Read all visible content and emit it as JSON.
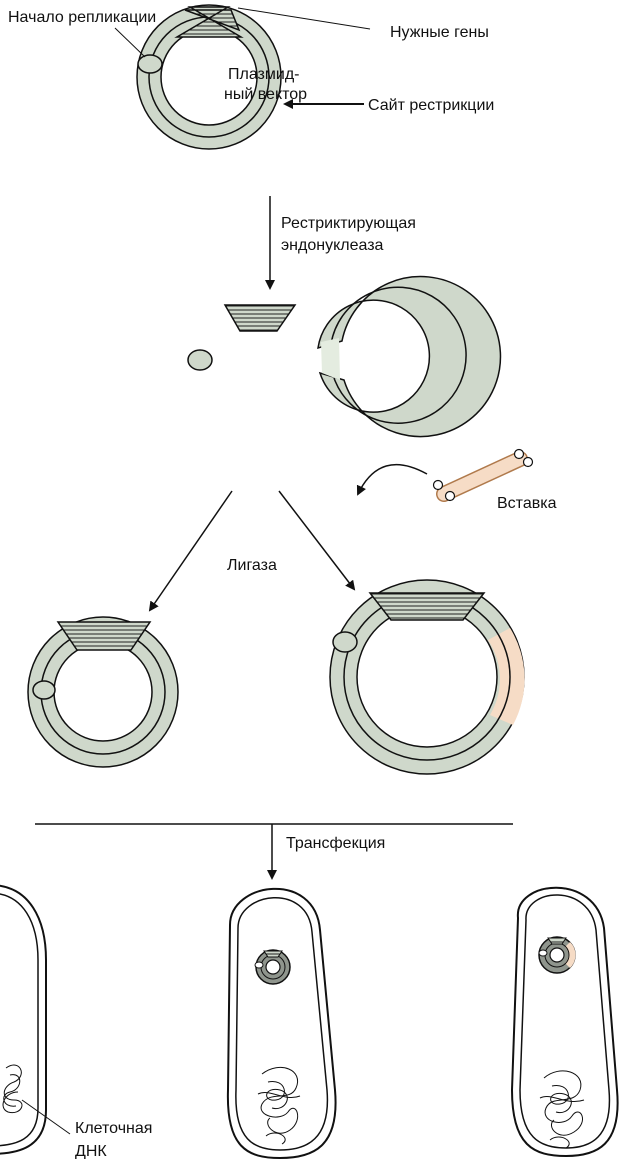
{
  "labels": {
    "origin_of_replication": "Начало репликации",
    "needed_genes": "Нужные гены",
    "plasmid_line1": "Плазмид-",
    "plasmid_line2": "ный вектор",
    "restriction_site": "Сайт рестрикции",
    "enzyme_line1": "Рестриктирующая",
    "enzyme_line2": "эндонуклеаза",
    "insert": "Вставка",
    "ligase": "Лигаза",
    "transfection": "Трансфекция",
    "cell_dna_line1": "Клеточная",
    "cell_dna_line2": "ДНК"
  },
  "colors": {
    "plasmid_fill": "#cfd8cb",
    "insert_fill": "#f6dcc6",
    "cell_plasmid_fill": "#8f958d",
    "line": "#111111"
  }
}
